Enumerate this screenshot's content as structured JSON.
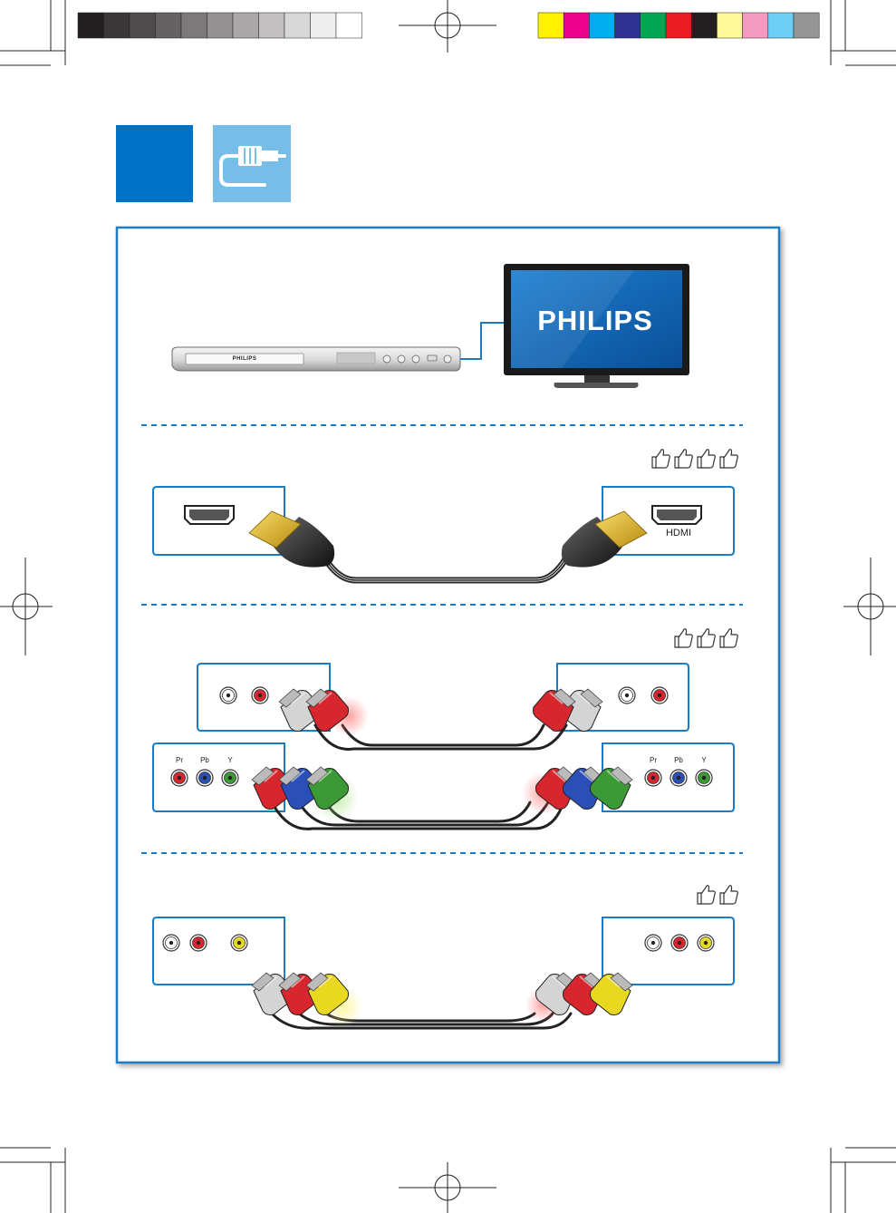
{
  "header": {
    "section_box_color": "#0072c6",
    "connection_icon": "cable-connector-icon",
    "icon_bg_color": "#76bde8"
  },
  "devices": {
    "dvd_player_brand": "PHILIPS",
    "tv_brand": "PHILIPS",
    "tv_screen_color": "#0a5fb0",
    "cable_color": "#1a7cc7"
  },
  "sections": [
    {
      "id": "hdmi",
      "quality_icons": 4,
      "port_label": "HDMI"
    },
    {
      "id": "component",
      "quality_icons": 3,
      "component_labels": [
        "Pr",
        "Pb",
        "Y"
      ]
    },
    {
      "id": "composite",
      "quality_icons": 2
    }
  ],
  "print_marks": {
    "gray_ramp": [
      "#231f20",
      "#3a3738",
      "#4f4c4d",
      "#656263",
      "#7b797a",
      "#939192",
      "#aaa8a9",
      "#c2c0c1",
      "#d9d8d8",
      "#eeeeee",
      "#ffffff"
    ],
    "color_bars": [
      "#fff200",
      "#ec008c",
      "#00aeef",
      "#2e3192",
      "#00a651",
      "#ed1c24",
      "#231f20",
      "#fff799",
      "#f49ac1",
      "#6dcff6",
      "#959595"
    ]
  },
  "colors": {
    "panel_border": "#1a7cc7",
    "divider": "#1a7cc7",
    "plug_red": "#d8262f",
    "plug_white": "#d4d4d4",
    "plug_blue": "#2a4fb8",
    "plug_green": "#3c9a36",
    "plug_yellow": "#e8d820"
  }
}
